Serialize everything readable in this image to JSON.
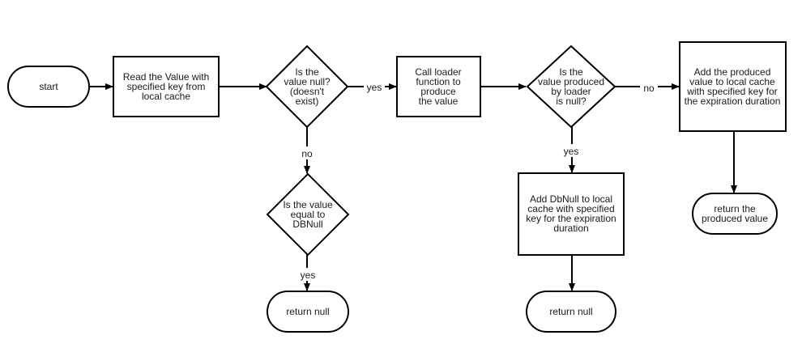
{
  "diagram": {
    "nodes": {
      "start": [
        "start"
      ],
      "read_value": [
        "Read the Value with",
        "specified key from",
        "local cache"
      ],
      "is_null": [
        "Is the",
        "value null?",
        "(doesn't",
        "exist)"
      ],
      "call_loader": [
        "Call loader",
        "function to",
        "produce",
        "the value"
      ],
      "produced_null": [
        "Is the",
        "value produced",
        "by loader",
        "is null?"
      ],
      "add_produced": [
        "Add the produced",
        "value to local cache",
        "with specified key for",
        "the expiration duration"
      ],
      "is_dbnull": [
        "Is the value",
        "equal to",
        "DBNull"
      ],
      "return_null_1": [
        "return null"
      ],
      "add_dbnull": [
        "Add DbNull to local",
        "cache with specified",
        "key for the expiration",
        "duration"
      ],
      "return_null_2": [
        "return null"
      ],
      "return_produced": [
        "return the",
        "produced value"
      ]
    },
    "edge_labels": {
      "is_null_yes": "yes",
      "is_null_no": "no",
      "produced_null_no": "no",
      "produced_null_yes": "yes",
      "dbnull_yes": "yes"
    }
  }
}
